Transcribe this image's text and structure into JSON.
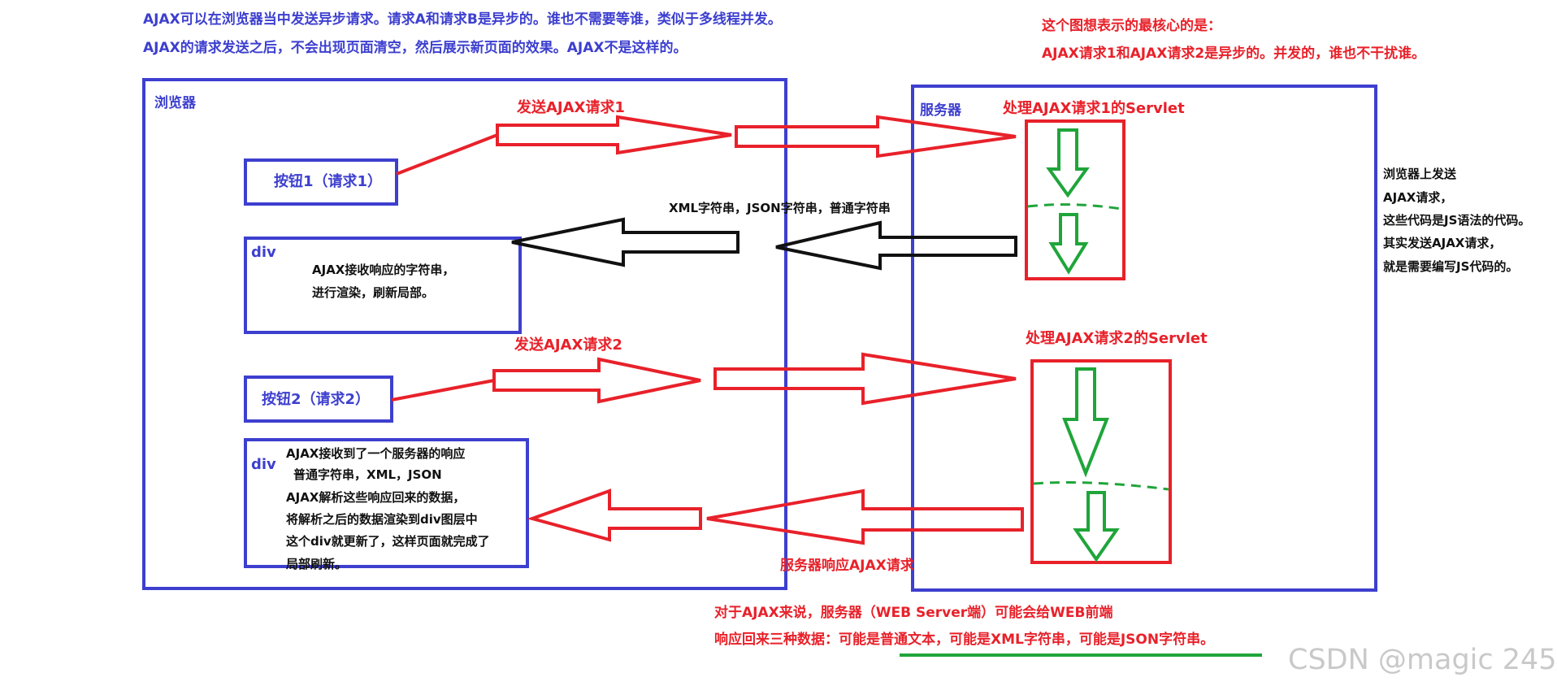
{
  "intro": {
    "line1": "AJAX可以在浏览器当中发送异步请求。请求A和请求B是异步的。谁也不需要等谁，类似于多线程并发。",
    "line2": "AJAX的请求发送之后，不会出现页面清空，然后展示新页面的效果。AJAX不是这样的。"
  },
  "core_note": {
    "line1": "这个图想表示的最核心的是：",
    "line2": "AJAX请求1和AJAX请求2是异步的。并发的，谁也不干扰谁。"
  },
  "browser": {
    "label": "浏览器",
    "button1": "按钮1（请求1）",
    "button2": "按钮2（请求2）",
    "div1": {
      "tag": "div",
      "line1": "AJAX接收响应的字符串，",
      "line2": "进行渲染，刷新局部。"
    },
    "div2": {
      "tag": "div",
      "lines": [
        "AJAX接收到了一个服务器的响应",
        "普通字符串，XML，JSON",
        "AJAX解析这些响应回来的数据，",
        "将解析之后的数据渲染到div图层中",
        "这个div就更新了，这样页面就完成了",
        "局部刷新。"
      ]
    }
  },
  "server": {
    "label": "服务器",
    "servlet1": "处理AJAX请求1的Servlet",
    "servlet2": "处理AJAX请求2的Servlet"
  },
  "arrows": {
    "send1": "发送AJAX请求1",
    "send2": "发送AJAX请求2",
    "response_types": "XML字符串，JSON字符串，普通字符串",
    "server_response": "服务器响应AJAX请求"
  },
  "side_note": [
    "浏览器上发送",
    "AJAX请求，",
    "这些代码是JS语法的代码。",
    "其实发送AJAX请求，",
    "就是需要编写JS代码的。"
  ],
  "bottom_note": {
    "line1": "对于AJAX来说，服务器（WEB Server端）可能会给WEB前端",
    "line2": "响应回来三种数据：可能是普通文本，可能是XML字符串，可能是JSON字符串。"
  },
  "watermark": "CSDN @magic 245",
  "colors": {
    "blue": "#3d3fcf",
    "red": "#e8212a",
    "green": "#1fa53a",
    "black": "#111111"
  }
}
